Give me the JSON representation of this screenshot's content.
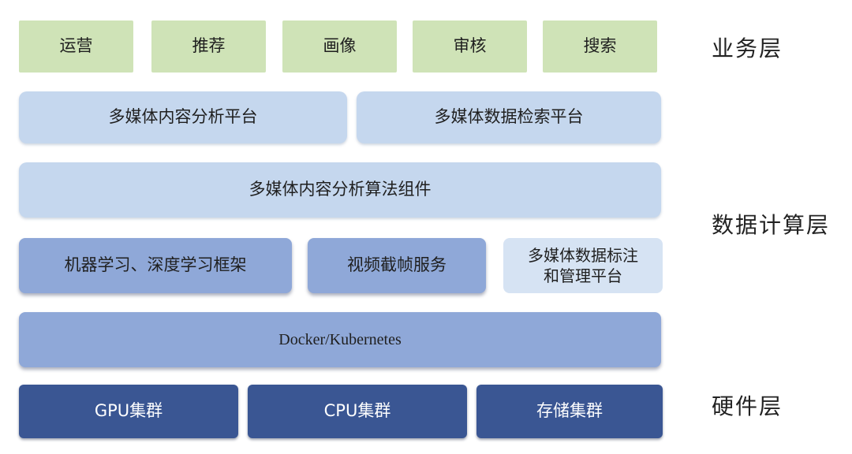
{
  "business_layer": {
    "label": "业务层",
    "items": [
      "运营",
      "推荐",
      "画像",
      "审核",
      "搜索"
    ]
  },
  "data_compute_layer": {
    "label": "数据计算层",
    "platforms": {
      "content_analysis": "多媒体内容分析平台",
      "data_retrieval": "多媒体数据检索平台"
    },
    "algorithm_components": "多媒体内容分析算法组件",
    "frameworks": {
      "ml_dl": "机器学习、深度学习框架",
      "video_frame": "视频截帧服务",
      "annotation_line1": "多媒体数据标注",
      "annotation_line2": "和管理平台"
    },
    "container": "Docker/Kubernetes"
  },
  "hardware_layer": {
    "label": "硬件层",
    "items": [
      "GPU集群",
      "CPU集群",
      "存储集群"
    ]
  },
  "colors": {
    "business": "#cfe3b7",
    "platform": "#c5d7ee",
    "framework": "#8fa8d8",
    "annotation": "#d6e3f3",
    "hardware": "#3a5693"
  }
}
